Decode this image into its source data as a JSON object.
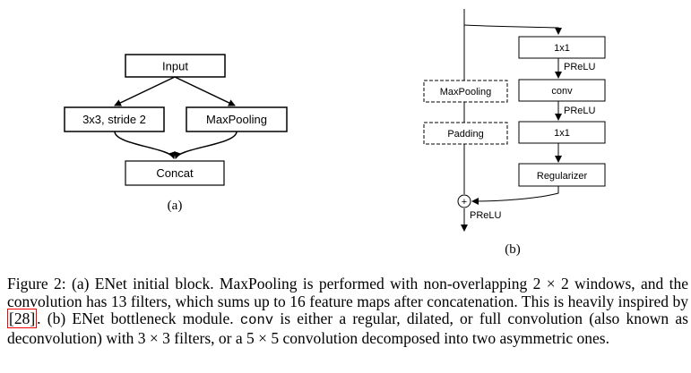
{
  "diagram_a": {
    "input": "Input",
    "conv_branch": "3x3, stride 2",
    "pool_branch": "MaxPooling",
    "concat": "Concat",
    "label": "(a)"
  },
  "diagram_b": {
    "maxpooling": "MaxPooling",
    "padding": "Padding",
    "conv1x1_top": "1x1",
    "prelu_1": "PReLU",
    "conv": "conv",
    "prelu_2": "PReLU",
    "conv1x1_bottom": "1x1",
    "regularizer": "Regularizer",
    "plus": "+",
    "prelu_out": "PReLU",
    "label": "(b)"
  },
  "caption": {
    "p1": "Figure 2: (a) ENet initial block. MaxPooling is performed with non-overlapping 2 × 2 windows, and the convolution has 13 filters, which sums up to 16 feature maps after concatenation. This is heavily inspired by ",
    "cite": "[28]",
    "p2": ". (b) ENet bottleneck module. ",
    "code": "conv",
    "p3": " is either a regular, dilated, or full convolution (also known as deconvolution) with 3 × 3 filters, or a 5 × 5 convolution decomposed into two asymmetric ones."
  }
}
